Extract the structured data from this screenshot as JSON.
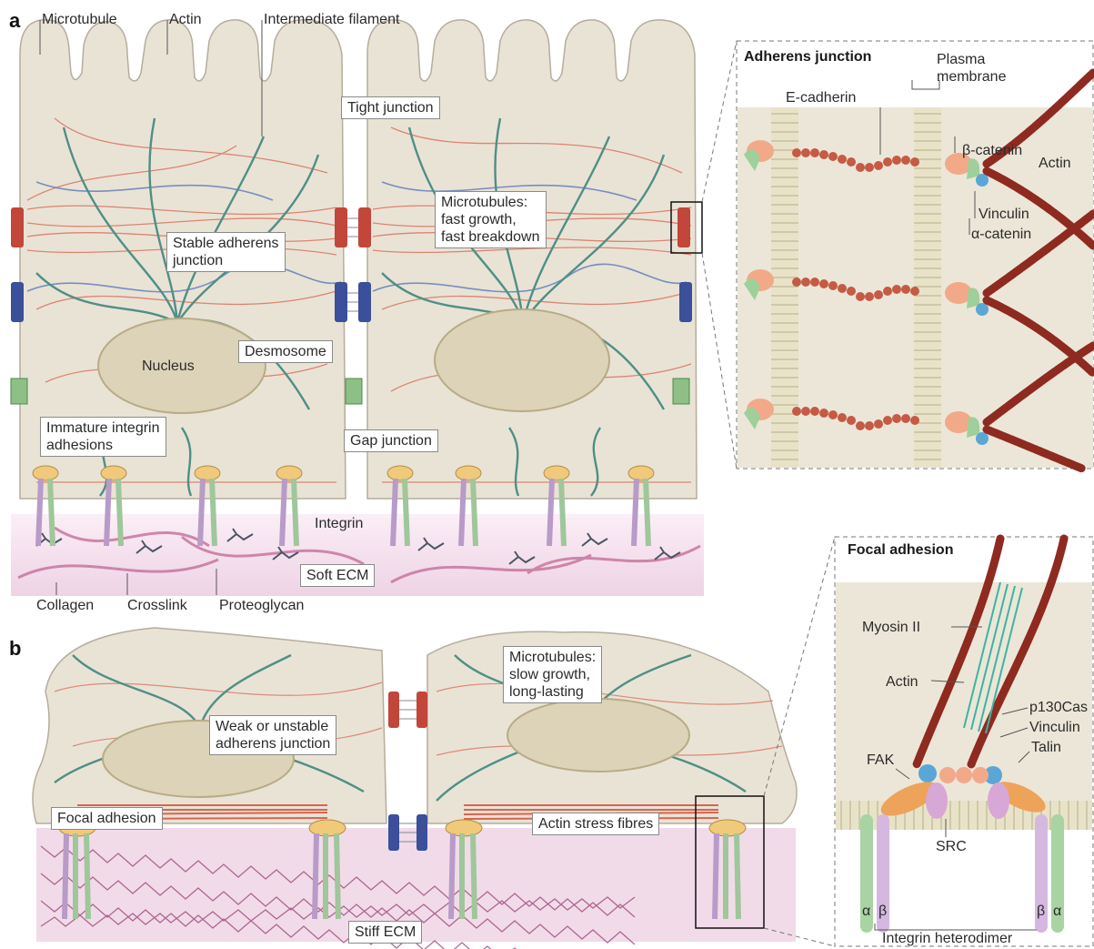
{
  "panels": {
    "a": "a",
    "b": "b"
  },
  "panel_a": {
    "microtubule": "Microtubule",
    "actin": "Actin",
    "intermediate_filament": "Intermediate filament",
    "tight_junction": "Tight junction",
    "stable_adherens": [
      "Stable adherens",
      "junction"
    ],
    "microtubules_fast": [
      "Microtubules:",
      "fast growth,",
      "fast breakdown"
    ],
    "desmosome": "Desmosome",
    "nucleus": "Nucleus",
    "immature_integrin": [
      "Immature integrin",
      "adhesions"
    ],
    "gap_junction": "Gap junction",
    "integrin": "Integrin",
    "soft_ecm": "Soft ECM",
    "collagen": "Collagen",
    "crosslink": "Crosslink",
    "proteoglycan": "Proteoglycan"
  },
  "adherens_inset": {
    "title": "Adherens junction",
    "plasma_membrane": [
      "Plasma",
      "membrane"
    ],
    "e_cadherin": "E-cadherin",
    "beta_catenin": "β-catenin",
    "actin": "Actin",
    "vinculin": "Vinculin",
    "alpha_catenin": "α-catenin"
  },
  "panel_b": {
    "microtubules_slow": [
      "Microtubules:",
      "slow growth,",
      "long-lasting"
    ],
    "weak_adherens": [
      "Weak or unstable",
      "adherens junction"
    ],
    "focal_adhesion": "Focal adhesion",
    "actin_stress_fibres": "Actin stress fibres",
    "stiff_ecm": "Stiff ECM"
  },
  "focal_inset": {
    "title": "Focal adhesion",
    "myosin": "Myosin II",
    "actin": "Actin",
    "p130cas": "p130Cas",
    "vinculin": "Vinculin",
    "talin": "Talin",
    "fak": "FAK",
    "src": "SRC",
    "alpha1": "α",
    "beta1": "β",
    "beta2": "β",
    "alpha2": "α",
    "integrin_heterodimer": "Integrin heterodimer"
  },
  "colors": {
    "cell_fill": "#e9e3d6",
    "nucleus": "#ddd3b8",
    "actin_red": "#d9644f",
    "microtubule_teal": "#4f8f86",
    "intermediate_blue": "#5a78b8",
    "adherens_red": "#c2463a",
    "desmosome_blue": "#3b4f9a",
    "gap_green": "#8dbf86",
    "ecm_pink": "#f0d9e8",
    "actin_bead": "#8e2a20"
  }
}
